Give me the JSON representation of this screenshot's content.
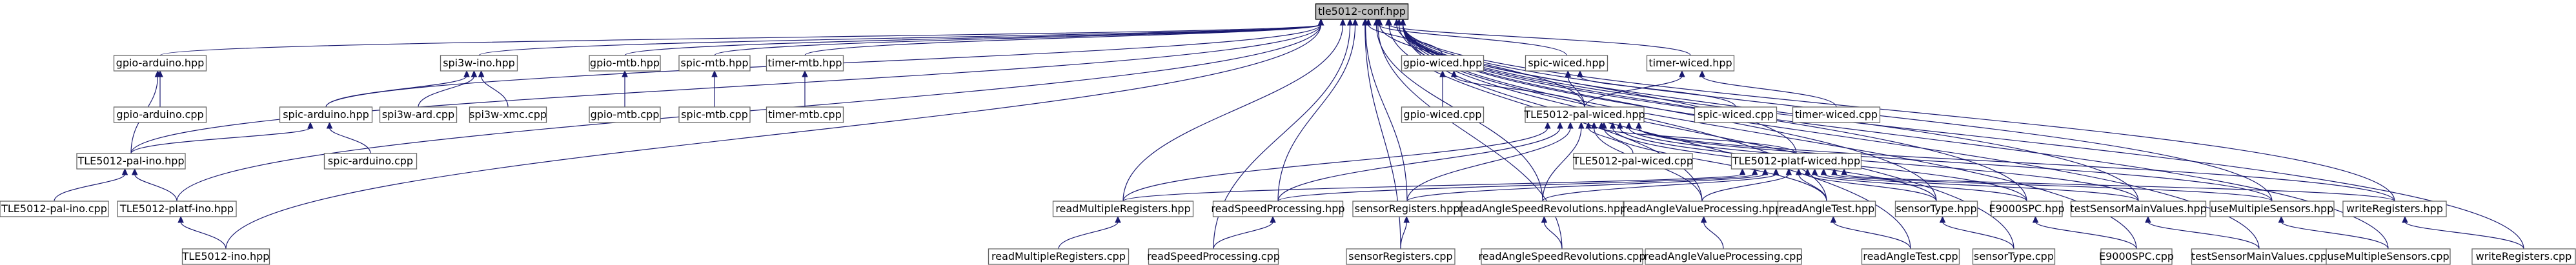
{
  "graph": {
    "colors": {
      "root_fill": "#bfbfbf",
      "node_fill": "#ffffff",
      "edge": "#191970",
      "node_border": "#666666"
    },
    "nodes": [
      {
        "id": "tle5012-conf.hpp",
        "label": "tle5012-conf.hpp",
        "root": true
      },
      {
        "id": "gpio-arduino.hpp",
        "label": "gpio-arduino.hpp"
      },
      {
        "id": "spi3w-ino.hpp",
        "label": "spi3w-ino.hpp"
      },
      {
        "id": "gpio-mtb.hpp",
        "label": "gpio-mtb.hpp"
      },
      {
        "id": "spic-mtb.hpp",
        "label": "spic-mtb.hpp"
      },
      {
        "id": "timer-mtb.hpp",
        "label": "timer-mtb.hpp"
      },
      {
        "id": "gpio-wiced.hpp",
        "label": "gpio-wiced.hpp"
      },
      {
        "id": "spic-wiced.hpp",
        "label": "spic-wiced.hpp"
      },
      {
        "id": "timer-wiced.hpp",
        "label": "timer-wiced.hpp"
      },
      {
        "id": "gpio-arduino.cpp",
        "label": "gpio-arduino.cpp"
      },
      {
        "id": "spic-arduino.hpp",
        "label": "spic-arduino.hpp"
      },
      {
        "id": "spi3w-ard.cpp",
        "label": "spi3w-ard.cpp"
      },
      {
        "id": "spi3w-xmc.cpp",
        "label": "spi3w-xmc.cpp"
      },
      {
        "id": "gpio-mtb.cpp",
        "label": "gpio-mtb.cpp"
      },
      {
        "id": "spic-mtb.cpp",
        "label": "spic-mtb.cpp"
      },
      {
        "id": "timer-mtb.cpp",
        "label": "timer-mtb.cpp"
      },
      {
        "id": "gpio-wiced.cpp",
        "label": "gpio-wiced.cpp"
      },
      {
        "id": "TLE5012-pal-wiced.hpp",
        "label": "TLE5012-pal-wiced.hpp"
      },
      {
        "id": "spic-wiced.cpp",
        "label": "spic-wiced.cpp"
      },
      {
        "id": "timer-wiced.cpp",
        "label": "timer-wiced.cpp"
      },
      {
        "id": "TLE5012-pal-ino.hpp",
        "label": "TLE5012-pal-ino.hpp"
      },
      {
        "id": "spic-arduino.cpp",
        "label": "spic-arduino.cpp"
      },
      {
        "id": "TLE5012-pal-wiced.cpp",
        "label": "TLE5012-pal-wiced.cpp"
      },
      {
        "id": "TLE5012-platf-wiced.hpp",
        "label": "TLE5012-platf-wiced.hpp"
      },
      {
        "id": "TLE5012-pal-ino.cpp",
        "label": "TLE5012-pal-ino.cpp"
      },
      {
        "id": "TLE5012-platf-ino.hpp",
        "label": "TLE5012-platf-ino.hpp"
      },
      {
        "id": "readMultipleRegisters.hpp",
        "label": "readMultipleRegisters.hpp"
      },
      {
        "id": "readSpeedProcessing.hpp",
        "label": "readSpeedProcessing.hpp"
      },
      {
        "id": "sensorRegisters.hpp",
        "label": "sensorRegisters.hpp"
      },
      {
        "id": "readAngleSpeedRevolutions.hpp",
        "label": "readAngleSpeedRevolutions.hpp"
      },
      {
        "id": "readAngleValueProcessing.hpp",
        "label": "readAngleValueProcessing.hpp"
      },
      {
        "id": "readAngleTest.hpp",
        "label": "readAngleTest.hpp"
      },
      {
        "id": "sensorType.hpp",
        "label": "sensorType.hpp"
      },
      {
        "id": "E9000SPC.hpp",
        "label": "E9000SPC.hpp"
      },
      {
        "id": "testSensorMainValues.hpp",
        "label": "testSensorMainValues.hpp"
      },
      {
        "id": "useMultipleSensors.hpp",
        "label": "useMultipleSensors.hpp"
      },
      {
        "id": "writeRegisters.hpp",
        "label": "writeRegisters.hpp"
      },
      {
        "id": "TLE5012-ino.hpp",
        "label": "TLE5012-ino.hpp"
      },
      {
        "id": "readMultipleRegisters.cpp",
        "label": "readMultipleRegisters.cpp"
      },
      {
        "id": "readSpeedProcessing.cpp",
        "label": "readSpeedProcessing.cpp"
      },
      {
        "id": "sensorRegisters.cpp",
        "label": "sensorRegisters.cpp"
      },
      {
        "id": "readAngleSpeedRevolutions.cpp",
        "label": "readAngleSpeedRevolutions.cpp"
      },
      {
        "id": "readAngleValueProcessing.cpp",
        "label": "readAngleValueProcessing.cpp"
      },
      {
        "id": "readAngleTest.cpp",
        "label": "readAngleTest.cpp"
      },
      {
        "id": "sensorType.cpp",
        "label": "sensorType.cpp"
      },
      {
        "id": "E9000SPC.cpp",
        "label": "E9000SPC.cpp"
      },
      {
        "id": "testSensorMainValues.cpp",
        "label": "testSensorMainValues.cpp"
      },
      {
        "id": "useMultipleSensors.cpp",
        "label": "useMultipleSensors.cpp"
      },
      {
        "id": "writeRegisters.cpp",
        "label": "writeRegisters.cpp"
      }
    ],
    "edges": [
      [
        "gpio-arduino.hpp",
        "tle5012-conf.hpp"
      ],
      [
        "spi3w-ino.hpp",
        "tle5012-conf.hpp"
      ],
      [
        "gpio-mtb.hpp",
        "tle5012-conf.hpp"
      ],
      [
        "spic-mtb.hpp",
        "tle5012-conf.hpp"
      ],
      [
        "timer-mtb.hpp",
        "tle5012-conf.hpp"
      ],
      [
        "gpio-wiced.hpp",
        "tle5012-conf.hpp"
      ],
      [
        "spic-wiced.hpp",
        "tle5012-conf.hpp"
      ],
      [
        "timer-wiced.hpp",
        "tle5012-conf.hpp"
      ],
      [
        "spic-arduino.hpp",
        "tle5012-conf.hpp"
      ],
      [
        "TLE5012-pal-wiced.hpp",
        "tle5012-conf.hpp"
      ],
      [
        "TLE5012-pal-ino.hpp",
        "tle5012-conf.hpp"
      ],
      [
        "TLE5012-platf-wiced.hpp",
        "tle5012-conf.hpp"
      ],
      [
        "TLE5012-platf-ino.hpp",
        "tle5012-conf.hpp"
      ],
      [
        "TLE5012-ino.hpp",
        "tle5012-conf.hpp"
      ],
      [
        "readMultipleRegisters.hpp",
        "tle5012-conf.hpp"
      ],
      [
        "readSpeedProcessing.hpp",
        "tle5012-conf.hpp"
      ],
      [
        "sensorRegisters.hpp",
        "tle5012-conf.hpp"
      ],
      [
        "readAngleSpeedRevolutions.hpp",
        "tle5012-conf.hpp"
      ],
      [
        "readAngleValueProcessing.hpp",
        "tle5012-conf.hpp"
      ],
      [
        "readAngleTest.hpp",
        "tle5012-conf.hpp"
      ],
      [
        "sensorType.hpp",
        "tle5012-conf.hpp"
      ],
      [
        "E9000SPC.hpp",
        "tle5012-conf.hpp"
      ],
      [
        "testSensorMainValues.hpp",
        "tle5012-conf.hpp"
      ],
      [
        "useMultipleSensors.hpp",
        "tle5012-conf.hpp"
      ],
      [
        "writeRegisters.hpp",
        "tle5012-conf.hpp"
      ],
      [
        "readAngleSpeedRevolutions.cpp",
        "tle5012-conf.hpp"
      ],
      [
        "readSpeedProcessing.cpp",
        "tle5012-conf.hpp"
      ],
      [
        "sensorRegisters.cpp",
        "tle5012-conf.hpp"
      ],
      [
        "readAngleTest.cpp",
        "tle5012-conf.hpp"
      ],
      [
        "sensorType.cpp",
        "tle5012-conf.hpp"
      ],
      [
        "E9000SPC.cpp",
        "tle5012-conf.hpp"
      ],
      [
        "testSensorMainValues.cpp",
        "tle5012-conf.hpp"
      ],
      [
        "useMultipleSensors.cpp",
        "tle5012-conf.hpp"
      ],
      [
        "writeRegisters.cpp",
        "tle5012-conf.hpp"
      ],
      [
        "gpio-arduino.cpp",
        "gpio-arduino.hpp"
      ],
      [
        "TLE5012-pal-ino.hpp",
        "gpio-arduino.hpp"
      ],
      [
        "spic-arduino.hpp",
        "spi3w-ino.hpp"
      ],
      [
        "spi3w-ard.cpp",
        "spi3w-ino.hpp"
      ],
      [
        "spi3w-xmc.cpp",
        "spi3w-ino.hpp"
      ],
      [
        "gpio-mtb.cpp",
        "gpio-mtb.hpp"
      ],
      [
        "spic-mtb.cpp",
        "spic-mtb.hpp"
      ],
      [
        "timer-mtb.cpp",
        "timer-mtb.hpp"
      ],
      [
        "gpio-wiced.cpp",
        "gpio-wiced.hpp"
      ],
      [
        "TLE5012-pal-wiced.hpp",
        "gpio-wiced.hpp"
      ],
      [
        "TLE5012-pal-wiced.hpp",
        "spic-wiced.hpp"
      ],
      [
        "spic-wiced.cpp",
        "spic-wiced.hpp"
      ],
      [
        "TLE5012-pal-wiced.hpp",
        "timer-wiced.hpp"
      ],
      [
        "timer-wiced.cpp",
        "timer-wiced.hpp"
      ],
      [
        "TLE5012-pal-ino.hpp",
        "spic-arduino.hpp"
      ],
      [
        "spic-arduino.cpp",
        "spic-arduino.hpp"
      ],
      [
        "TLE5012-pal-wiced.cpp",
        "TLE5012-pal-wiced.hpp"
      ],
      [
        "TLE5012-platf-wiced.hpp",
        "TLE5012-pal-wiced.hpp"
      ],
      [
        "readMultipleRegisters.hpp",
        "TLE5012-pal-wiced.hpp"
      ],
      [
        "readSpeedProcessing.hpp",
        "TLE5012-pal-wiced.hpp"
      ],
      [
        "sensorRegisters.hpp",
        "TLE5012-pal-wiced.hpp"
      ],
      [
        "readAngleSpeedRevolutions.hpp",
        "TLE5012-pal-wiced.hpp"
      ],
      [
        "readAngleValueProcessing.hpp",
        "TLE5012-pal-wiced.hpp"
      ],
      [
        "readAngleTest.hpp",
        "TLE5012-pal-wiced.hpp"
      ],
      [
        "sensorType.hpp",
        "TLE5012-pal-wiced.hpp"
      ],
      [
        "E9000SPC.hpp",
        "TLE5012-pal-wiced.hpp"
      ],
      [
        "testSensorMainValues.hpp",
        "TLE5012-pal-wiced.hpp"
      ],
      [
        "useMultipleSensors.hpp",
        "TLE5012-pal-wiced.hpp"
      ],
      [
        "writeRegisters.hpp",
        "TLE5012-pal-wiced.hpp"
      ],
      [
        "TLE5012-pal-ino.cpp",
        "TLE5012-pal-ino.hpp"
      ],
      [
        "TLE5012-platf-ino.hpp",
        "TLE5012-pal-ino.hpp"
      ],
      [
        "TLE5012-ino.hpp",
        "TLE5012-platf-ino.hpp"
      ],
      [
        "readMultipleRegisters.hpp",
        "TLE5012-platf-wiced.hpp"
      ],
      [
        "readSpeedProcessing.hpp",
        "TLE5012-platf-wiced.hpp"
      ],
      [
        "sensorRegisters.hpp",
        "TLE5012-platf-wiced.hpp"
      ],
      [
        "readAngleSpeedRevolutions.hpp",
        "TLE5012-platf-wiced.hpp"
      ],
      [
        "readAngleValueProcessing.hpp",
        "TLE5012-platf-wiced.hpp"
      ],
      [
        "readAngleTest.hpp",
        "TLE5012-platf-wiced.hpp"
      ],
      [
        "sensorType.hpp",
        "TLE5012-platf-wiced.hpp"
      ],
      [
        "E9000SPC.hpp",
        "TLE5012-platf-wiced.hpp"
      ],
      [
        "testSensorMainValues.hpp",
        "TLE5012-platf-wiced.hpp"
      ],
      [
        "useMultipleSensors.hpp",
        "TLE5012-platf-wiced.hpp"
      ],
      [
        "writeRegisters.hpp",
        "TLE5012-platf-wiced.hpp"
      ],
      [
        "readMultipleRegisters.cpp",
        "readMultipleRegisters.hpp"
      ],
      [
        "readSpeedProcessing.cpp",
        "readSpeedProcessing.hpp"
      ],
      [
        "sensorRegisters.cpp",
        "sensorRegisters.hpp"
      ],
      [
        "readAngleSpeedRevolutions.cpp",
        "readAngleSpeedRevolutions.hpp"
      ],
      [
        "readAngleValueProcessing.cpp",
        "readAngleValueProcessing.hpp"
      ],
      [
        "readAngleTest.cpp",
        "readAngleTest.hpp"
      ],
      [
        "sensorType.cpp",
        "sensorType.hpp"
      ],
      [
        "E9000SPC.cpp",
        "E9000SPC.hpp"
      ],
      [
        "testSensorMainValues.cpp",
        "testSensorMainValues.hpp"
      ],
      [
        "useMultipleSensors.cpp",
        "useMultipleSensors.hpp"
      ],
      [
        "writeRegisters.cpp",
        "writeRegisters.hpp"
      ]
    ]
  }
}
